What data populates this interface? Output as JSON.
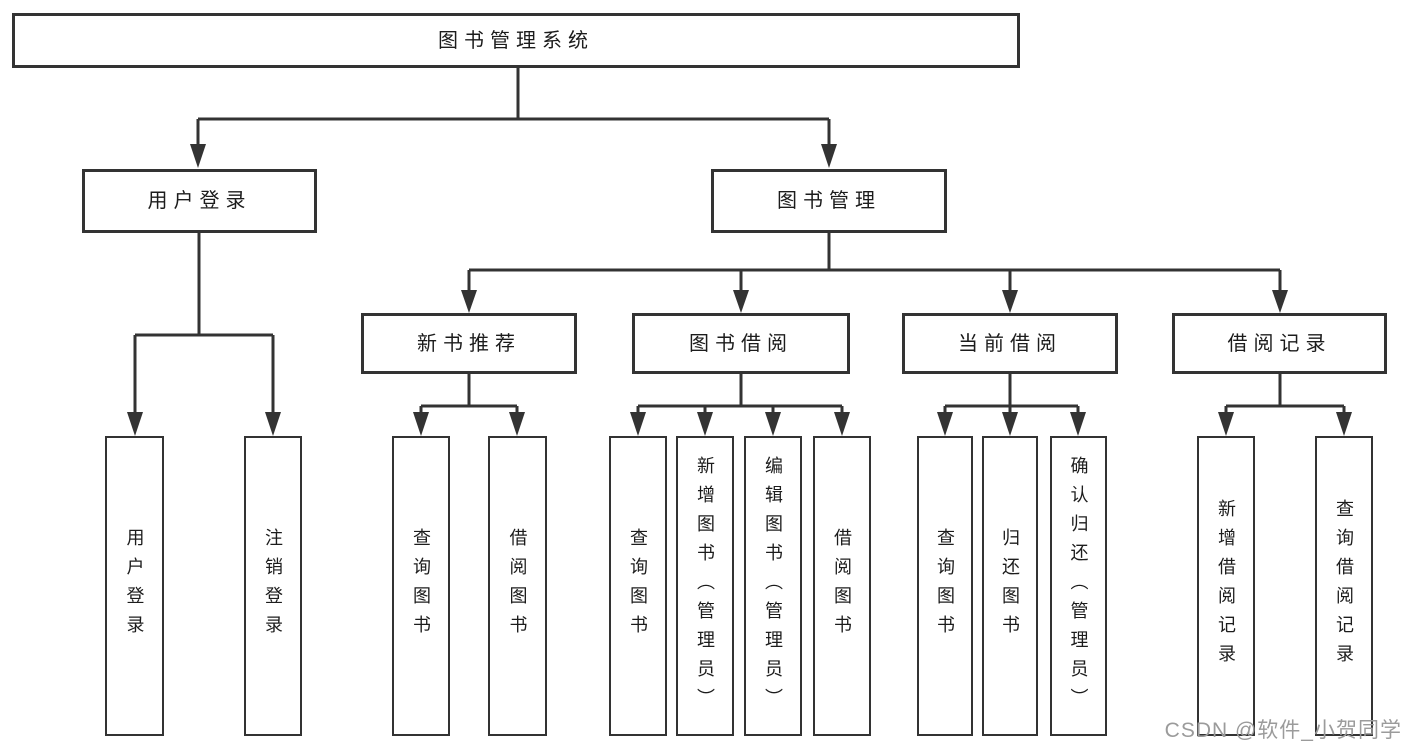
{
  "diagram": {
    "title": "图书管理系统",
    "nodes": {
      "root": "图书管理系统",
      "user_login": "用户登录",
      "book_management": "图书管理",
      "new_book_recommend": "新书推荐",
      "book_borrowing": "图书借阅",
      "current_borrowing": "当前借阅",
      "borrowing_records": "借阅记录",
      "user_login_leaf": "用户登录",
      "logout_leaf": "注销登录",
      "nb_query_books": "查询图书",
      "nb_borrow_books": "借阅图书",
      "bb_query_books": "查询图书",
      "bb_add_books": "新增图书（管理员）",
      "bb_edit_books": "编辑图书（管理员）",
      "bb_borrow_books": "借阅图书",
      "cb_query_books": "查询图书",
      "cb_return_books": "归还图书",
      "cb_confirm_return": "确认归还（管理员）",
      "br_add_record": "新增借阅记录",
      "br_query_record": "查询借阅记录"
    },
    "hierarchy": {
      "图书管理系统": [
        "用户登录",
        "图书管理"
      ],
      "用户登录": [
        "用户登录",
        "注销登录"
      ],
      "图书管理": [
        "新书推荐",
        "图书借阅",
        "当前借阅",
        "借阅记录"
      ],
      "新书推荐": [
        "查询图书",
        "借阅图书"
      ],
      "图书借阅": [
        "查询图书",
        "新增图书（管理员）",
        "编辑图书（管理员）",
        "借阅图书"
      ],
      "当前借阅": [
        "查询图书",
        "归还图书",
        "确认归还（管理员）"
      ],
      "借阅记录": [
        "新增借阅记录",
        "查询借阅记录"
      ]
    },
    "colors": {
      "line": "#333333",
      "text": "#1c1c1c",
      "background": "#ffffff",
      "watermark": "#9b9b9b"
    }
  },
  "watermark": {
    "text": "CSDN @软件_小贺同学"
  }
}
